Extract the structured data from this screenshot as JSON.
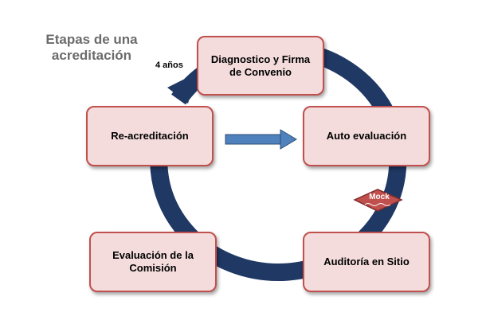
{
  "title": "Etapas de una\nacreditación",
  "cycle_label": "4 años",
  "stages": {
    "diagnostico": "Diagnostico y Firma de Convenio",
    "auto": "Auto evaluación",
    "auditoria": "Auditoría en Sitio",
    "evaluacion": "Evaluación de la Comisión",
    "reacreditacion": "Re-acreditación"
  },
  "mock_label": "Mock",
  "colors": {
    "cycle_arrow": "#1f3864",
    "box_fill": "#f4dcdc",
    "box_border": "#c0504d",
    "inner_arrow": "#4f81bd",
    "mock_badge": "#c0504d"
  }
}
